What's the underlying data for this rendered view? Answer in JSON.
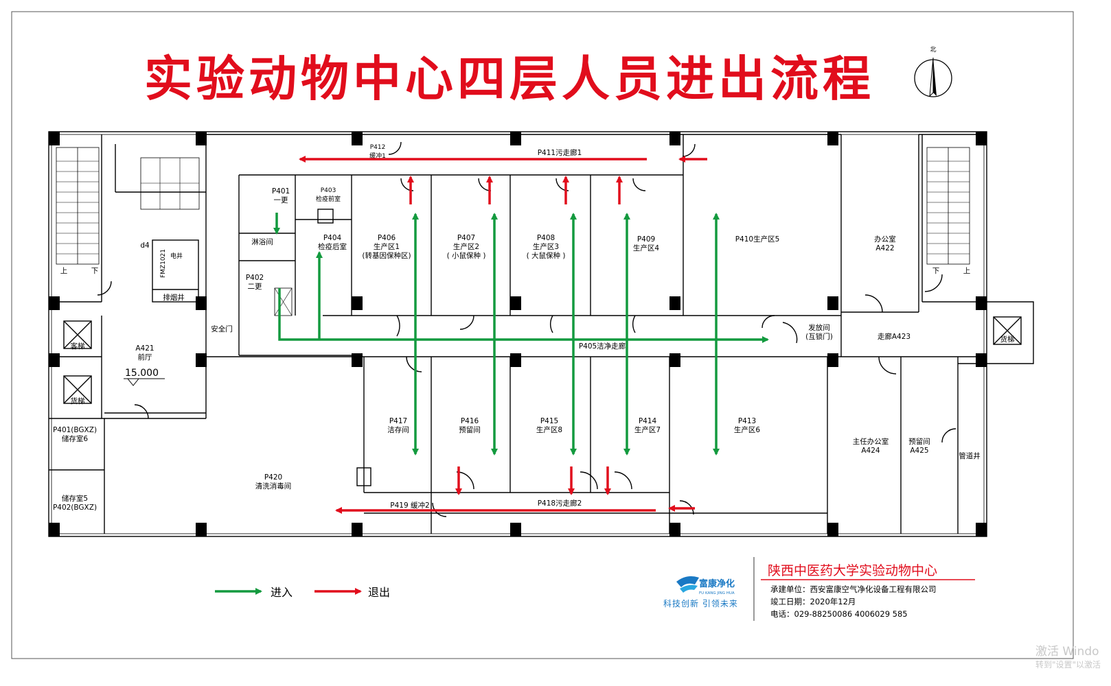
{
  "title": "实验动物中心四层人员进出流程",
  "north_label": "北",
  "rooms": {
    "p412": [
      "P412",
      "缓冲1"
    ],
    "p411": [
      "P411污走廊1"
    ],
    "p401": [
      "P401",
      "一更"
    ],
    "p403": [
      "P403",
      "检疫前室"
    ],
    "p404": [
      "P404",
      "检疫后室"
    ],
    "shower": [
      "淋浴间"
    ],
    "p402": [
      "P402",
      "二更"
    ],
    "p406": [
      "P406",
      "生产区1",
      "(转基因保种区)"
    ],
    "p407": [
      "P407",
      "生产区2",
      "( 小鼠保种 )"
    ],
    "p408": [
      "P408",
      "生产区3",
      "( 大鼠保种 )"
    ],
    "p409": [
      "P409",
      "生产区4"
    ],
    "p410": [
      "P410生产区5"
    ],
    "a422": [
      "办公室",
      "A422"
    ],
    "d4": [
      "d4"
    ],
    "power": [
      "电井"
    ],
    "fmz": [
      "FMZ1021"
    ],
    "smoke": [
      "排烟井"
    ],
    "up_left": [
      "上"
    ],
    "down_left": [
      "下"
    ],
    "up_right": [
      "上"
    ],
    "down_right": [
      "下"
    ],
    "safety_door": [
      "安全门"
    ],
    "a421": [
      "A421",
      "前厅"
    ],
    "elevation": [
      "15.000"
    ],
    "passenger_lift": [
      "客梯"
    ],
    "freight_lift_left": [
      "货梯"
    ],
    "freight_lift_right": [
      "货梯"
    ],
    "p405": [
      "P405洁净走廊"
    ],
    "dispatch": [
      "发放间",
      "(互锁门)"
    ],
    "a423": [
      "走廊A423"
    ],
    "store6": [
      "P401(BGXZ)",
      "储存室6"
    ],
    "store5": [
      "储存室5",
      "P402(BGXZ)"
    ],
    "p417": [
      "P417",
      "洁存间"
    ],
    "p416": [
      "P416",
      "预留间"
    ],
    "p415": [
      "P415",
      "生产区8"
    ],
    "p414": [
      "P414",
      "生产区7"
    ],
    "p413": [
      "P413",
      "生产区6"
    ],
    "a424": [
      "主任办公室",
      "A424"
    ],
    "a425": [
      "预留间",
      "A425"
    ],
    "pipe": [
      "管道井"
    ],
    "p420": [
      "P420",
      "清洗消毒间"
    ],
    "p419": [
      "P419 缓冲2"
    ],
    "p418": [
      "P418污走廊2"
    ]
  },
  "legend": {
    "enter_label": "进入",
    "exit_label": "退出",
    "enter_color": "#139a3f",
    "exit_color": "#e10d1c"
  },
  "company": {
    "logo_text": "富康净化",
    "logo_sub": "FU KANG JING HUA",
    "slogan": "科技创新  引领未来",
    "name": "陕西中医药大学实验动物中心",
    "builder": "承建单位：西安富康空气净化设备工程有限公司",
    "date": "竣工日期：2020年12月",
    "phone": "电话：029-88250086  4006029 585"
  },
  "watermark": {
    "line1": "激活 Windo",
    "line2": "转到\"设置\"以激活"
  }
}
